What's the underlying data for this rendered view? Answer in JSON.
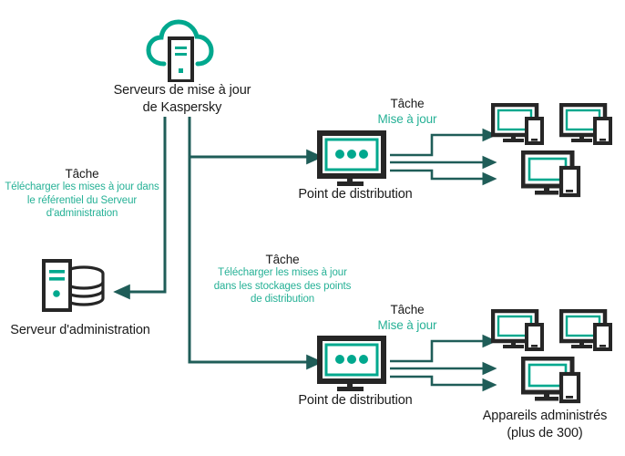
{
  "diagram": {
    "title": "Kaspersky update distribution topology",
    "colors": {
      "accent_green": "#00a88e",
      "teal_text": "#26b196",
      "line_dark_teal": "#1f5d58",
      "icon_dark": "#262626",
      "text_dark": "#1a1a1a",
      "background": "#ffffff"
    },
    "nodes": {
      "kaspersky_update_servers": {
        "label": "Serveurs de mise à jour\nde Kaspersky",
        "icon": "cloud-server-icon"
      },
      "administration_server": {
        "label": "Serveur d'administration",
        "icon": "server-database-icon"
      },
      "distribution_point_top": {
        "label": "Point de distribution",
        "icon": "monitor-dots-icon"
      },
      "distribution_point_bottom": {
        "label": "Point de distribution",
        "icon": "monitor-dots-icon"
      },
      "managed_devices": {
        "label": "Appareils administrés\n(plus de 300)",
        "icon": "monitor-phone-icon"
      }
    },
    "tasks": {
      "download_to_repository": {
        "title": "Tâche",
        "body": "Télécharger les mises à jour dans\nle référentiel du Serveur\nd'administration"
      },
      "download_to_distribution_points": {
        "title": "Tâche",
        "body": "Télécharger les mises à jour\ndans les stockages des points\nde distribution"
      },
      "update_top": {
        "title": "Tâche",
        "body": "Mise à jour"
      },
      "update_bottom": {
        "title": "Tâche",
        "body": "Mise à jour"
      }
    }
  }
}
